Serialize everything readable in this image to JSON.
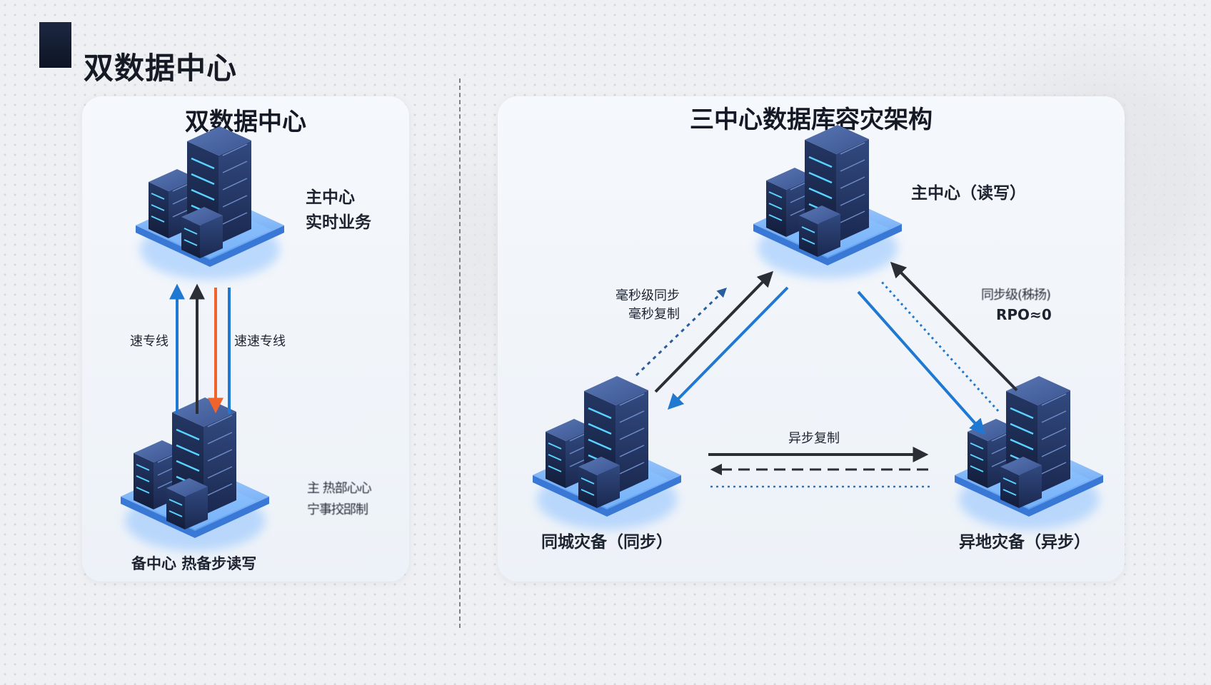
{
  "page": {
    "title": "双数据中心"
  },
  "left_panel": {
    "title": "双数据中心",
    "primary_label_line1": "主中心",
    "primary_label_line2": "实时业务",
    "link_left_label": "速专线",
    "link_right_label": "速速专线",
    "backup_side_line1": "主 热部心心",
    "backup_side_line2": "宁事挍郘制",
    "backup_caption": "备中心 热备步读写"
  },
  "right_panel": {
    "title": "三中心数据库容灾架构",
    "main_label": "主中心（读写）",
    "left_link_line1": "毫秒级同步",
    "left_link_line2": "毫秒复制",
    "right_link_line1": "同步级(秭扬)",
    "right_link_line2": "RPO≈0",
    "bottom_link_label": "异步复制",
    "local_caption": "同城灾备（同步）",
    "remote_caption": "异地灾备（异步）"
  },
  "colors": {
    "blue_link": "#1f78d1",
    "dark_link": "#2b2e35",
    "orange_link": "#f0632a",
    "dotted_link": "#2a5d9e",
    "server_dark": "#1d2d57",
    "platform": "#5fa2ee"
  },
  "icons": [
    "server-cluster-icon",
    "arrow-up-icon",
    "arrow-down-icon"
  ]
}
